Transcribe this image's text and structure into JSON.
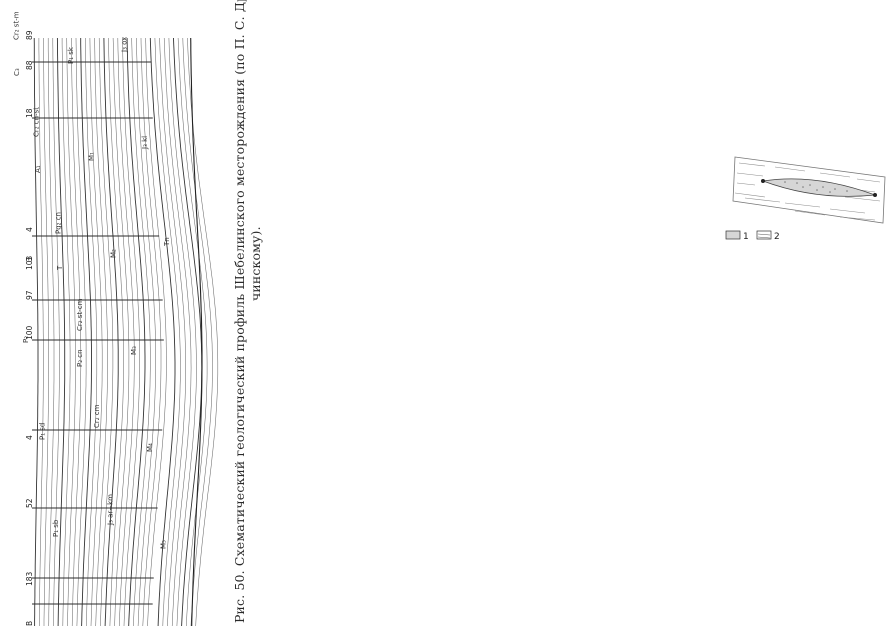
{
  "figure": {
    "caption_line1": "Рис. 50. Схематический геологический профиль Шебелинского месторождения (по П. С. Дробоха и Д. С. Виль-",
    "caption_line2": "чинскому).",
    "top_labels": [
      "89",
      "88",
      "18",
      "4",
      "3",
      "103",
      "97",
      "100",
      "4",
      "52",
      "183",
      "B"
    ],
    "side_labels": [
      "Cr₂ st-m",
      "Cr₂ cn-st",
      "Pg₂ cn",
      "Cr₂ st-cm",
      "Cr₂ cm",
      "J₃ ar+km",
      "J₃ ox",
      "J₃ kl",
      "Tn",
      "P₂",
      "P₁ sd",
      "P₁ sb",
      "P₁ sk",
      "M₁",
      "M₂",
      "M₃",
      "M₄",
      "M₅",
      "C₃",
      "A₁",
      "T",
      "P₂ cn"
    ]
  },
  "legend": {
    "items": [
      {
        "number": "1"
      },
      {
        "number": "2"
      }
    ]
  }
}
